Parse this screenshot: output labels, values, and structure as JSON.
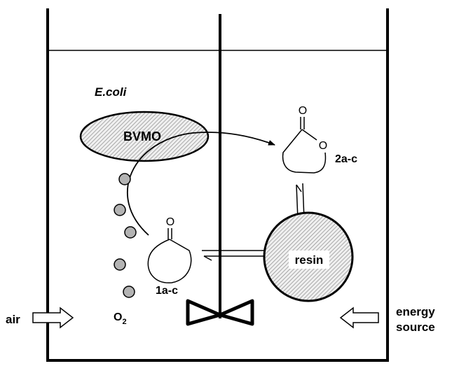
{
  "labels": {
    "organism": "E.coli",
    "enzyme": "BVMO",
    "substrate": "1a-c",
    "product": "2a-c",
    "resin": "resin",
    "oxygen_base": "O",
    "oxygen_sub": "2",
    "air": "air",
    "energy_line1": "energy",
    "energy_line2": "source",
    "ketone_oxygen": "O",
    "lactone_carbonyl_oxygen": "O",
    "lactone_ring_oxygen": "O"
  },
  "colors": {
    "stroke": "#000000",
    "bubble_fill": "#b3b3b3",
    "hatch": "#8c8c8c",
    "resin_fill": "#e6e6e6"
  }
}
